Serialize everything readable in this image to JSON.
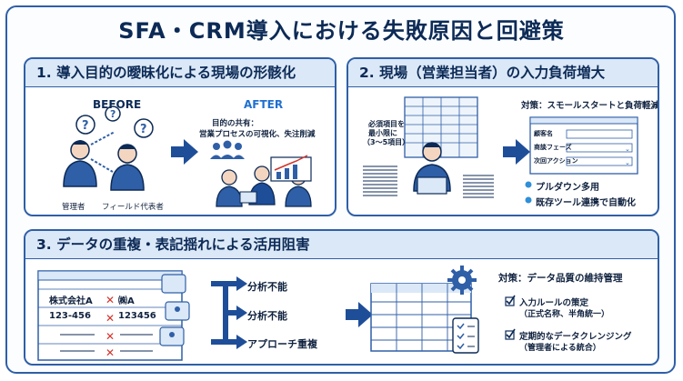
{
  "title": "SFA・CRM導入における失敗原因と回避策",
  "panel1": {
    "heading": "1. 導入目的の曖昧化による現場の形骸化",
    "before_label": "BEFORE",
    "after_label": "AFTER",
    "manager_label": "管理者",
    "field_rep_label": "フィールド代表者",
    "after_caption_line1": "目的の共有：",
    "after_caption_line2": "営業プロセスの可視化、失注削減"
  },
  "panel2": {
    "heading": "2. 現場（営業担当者）の入力負荷増大",
    "note_line1": "必須項目を",
    "note_line2": "最小限に",
    "note_line3": "（3〜5項目）",
    "measure_title": "対策：スモールスタートと負荷軽減",
    "form_fields": [
      "顧客名",
      "商談フェーズ",
      "次回アクション"
    ],
    "bullets": [
      "プルダウン多用",
      "既存ツール連携で自動化"
    ]
  },
  "panel3": {
    "heading": "3. データの重複・表記揺れによる活用阻害",
    "rows": [
      {
        "left": "株式会社A",
        "right": "㈱A"
      },
      {
        "left": "123-456",
        "right": "123456"
      },
      {
        "left": "",
        "right": ""
      },
      {
        "left": "",
        "right": ""
      }
    ],
    "problems": [
      "分析不能",
      "分析不能",
      "アプローチ重複"
    ],
    "measure_title": "対策：データ品質の維持管理",
    "check1_line1": "入力ルールの策定",
    "check1_line2": "（正式名称、半角統一）",
    "check2_line1": "定期的なデータクレンジング",
    "check2_line2": "（管理者による統合）"
  },
  "colors": {
    "navy": "#0c2a56",
    "blue": "#2f5fa7",
    "light": "#dbe8f7",
    "red": "#d0342c",
    "arrow": "#1f4e99"
  }
}
